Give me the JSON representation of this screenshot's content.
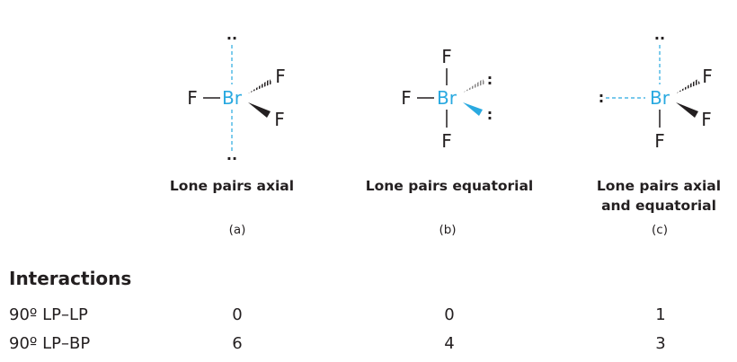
{
  "structures": [
    {
      "central": "Br",
      "ligands": [
        "F",
        "F",
        "F"
      ],
      "lone_pair_mark": "··",
      "caption": [
        "Lone pairs axial"
      ],
      "label": "(a)"
    },
    {
      "central": "Br",
      "ligands": [
        "F",
        "F",
        "F"
      ],
      "lone_pair_mark": ":",
      "caption": [
        "Lone pairs equatorial"
      ],
      "label": "(b)"
    },
    {
      "central": "Br",
      "ligands": [
        "F",
        "F",
        "F"
      ],
      "lone_pair_mark": "··",
      "lone_pair_mark_side": ":",
      "caption": [
        "Lone pairs axial",
        "and equatorial"
      ],
      "label": "(c)"
    }
  ],
  "table": {
    "heading": "Interactions",
    "rows": [
      {
        "label": "90º LP–LP",
        "values": [
          "0",
          "0",
          "1"
        ]
      },
      {
        "label": "90º LP–BP",
        "values": [
          "6",
          "4",
          "3"
        ]
      }
    ]
  },
  "colors": {
    "text": "#231f20",
    "accent": "#29a9e0"
  }
}
